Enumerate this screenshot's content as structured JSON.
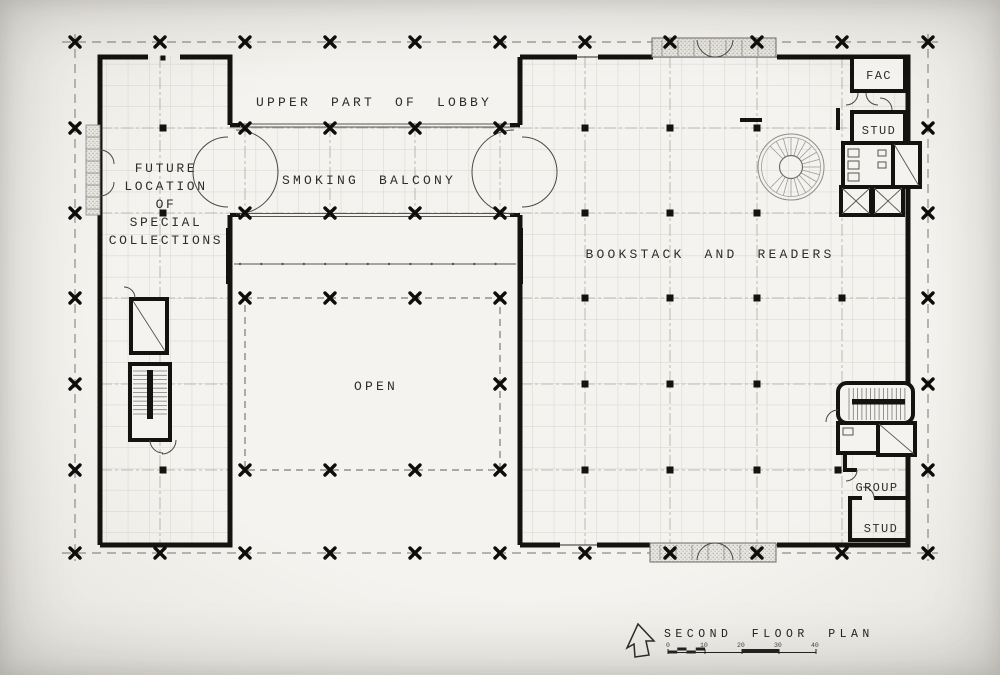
{
  "drawing": {
    "type": "architectural floor plan",
    "sheet_title": "SECOND FLOOR PLAN"
  },
  "labels": {
    "lobby": "UPPER PART OF LOBBY",
    "smoking": "SMOKING BALCONY",
    "future_lines": [
      "FUTURE",
      "LOCATION",
      "OF",
      "SPECIAL",
      "COLLECTIONS"
    ],
    "bookstack": "BOOKSTACK AND READERS",
    "open": "OPEN",
    "fac": "FAC",
    "stud_top": "STUD",
    "group": "GROUP",
    "stud_bottom": "STUD"
  },
  "titleblock": {
    "title": "SECOND FLOOR PLAN",
    "scale_ticks": [
      "0",
      "10",
      "20",
      "30",
      "40"
    ],
    "north_arrow": "north-arrow"
  },
  "colors": {
    "paper": "#f4f3ef",
    "ink": "#14130f",
    "fine_grid": "#ccc9c2",
    "dashed_grid": "#8f8d87"
  }
}
